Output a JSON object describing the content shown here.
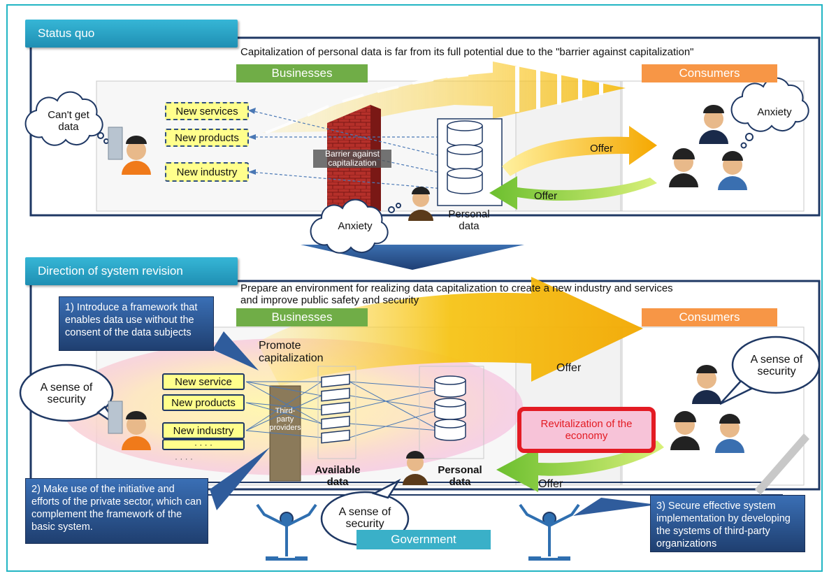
{
  "top": {
    "title": "Status quo",
    "description": "Capitalization of personal data is far from its full potential due to the \"barrier against capitalization\"",
    "businesses_label": "Businesses",
    "consumers_label": "Consumers",
    "cloud_left": "Can't get data",
    "cloud_right": "Anxiety",
    "cloud_bottom": "Anxiety",
    "items": [
      "New services",
      "New products",
      "New industry"
    ],
    "barrier": "Barrier against capitalization",
    "personal_data": "Personal data",
    "offer_top": "Offer",
    "offer_bottom": "Offer"
  },
  "bottom": {
    "title": "Direction of system revision",
    "description_line1": "Prepare an environment for realizing data capitalization to create a new industry and services",
    "description_line2": "and improve public safety and security",
    "businesses_label": "Businesses",
    "consumers_label": "Consumers",
    "callout1": "1) Introduce a framework that enables data use without the consent of the data subjects",
    "callout2": "2) Make use of the initiative and efforts of the private sector, which can complement the framework of the basic system.",
    "callout3": "3) Secure effective system implementation by developing the systems of third-party organizations",
    "promote": "Promote capitalization",
    "offer_top": "Offer",
    "offer_bottom": "Offer",
    "security_left": "A sense of security",
    "security_right": "A sense of security",
    "security_bottom": "A sense of security",
    "items": [
      "New service",
      "New products",
      "New industry",
      "· · · ·"
    ],
    "items_more": "· · · ·",
    "third_party": "Third-party providers",
    "available_data": "Available data",
    "personal_data": "Personal data",
    "revitalization": "Revitalization of the economy",
    "government": "Government"
  },
  "colors": {
    "teal_banner": "#2fa8c8",
    "navy": "#1f3864",
    "green": "#70ad47",
    "orange": "#f79646",
    "arrow_yellow": "#f5b800",
    "red": "#e31b23",
    "frame_border": "#22b5c4"
  }
}
